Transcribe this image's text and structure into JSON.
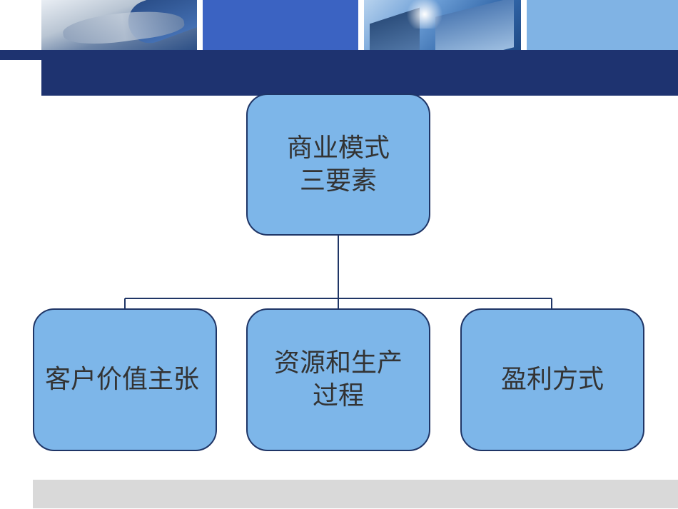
{
  "header": {
    "images": [
      "keyboard-hands-photo",
      "blue-panel",
      "skyscraper-photo",
      "light-blue-panel"
    ],
    "bar_color": "#1e3370"
  },
  "diagram": {
    "root": {
      "label": "商业模式\n三要素"
    },
    "children": [
      {
        "label": "客户价值主张"
      },
      {
        "label": "资源和生产\n过程"
      },
      {
        "label": "盈利方式"
      }
    ],
    "node_fill": "#7db6e9",
    "node_border": "#1f3566",
    "connector_color": "#1f3566"
  },
  "footer": {
    "bar_color": "#d9d9d9"
  }
}
